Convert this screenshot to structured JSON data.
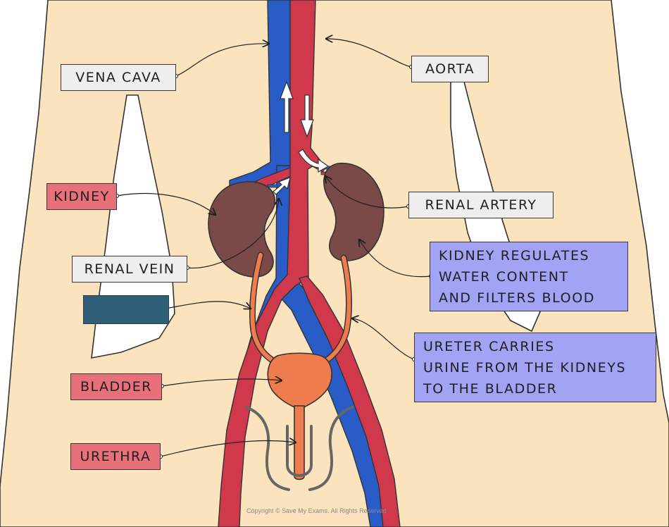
{
  "labels": {
    "vena_cava": "VENA CAVA",
    "aorta": "AORTA",
    "kidney": "KIDNEY",
    "renal_artery": "RENAL ARTERY",
    "renal_vein": "RENAL VEIN",
    "bladder": "BLADDER",
    "urethra": "URETHRA"
  },
  "notes": {
    "kidney": [
      "KIDNEY REGULATES",
      "WATER CONTENT",
      "AND FILTERS BLOOD"
    ],
    "ureter": [
      "URETER CARRIES",
      "URINE FROM THE KIDNEYS",
      "TO THE BLADDER"
    ]
  },
  "copyright": "Copyright © Save My Exams. All Rights Reserved",
  "colors": {
    "skin": "#fbe3bd",
    "vein": "#2a5cc8",
    "artery": "#d0384c",
    "kidney": "#7a4a48",
    "ureter": "#ee7c4c",
    "grey_label": "#eeeeee",
    "red_label": "#e8707a",
    "note_box": "#a3a3f5",
    "blank_label": "#2f5f78"
  }
}
